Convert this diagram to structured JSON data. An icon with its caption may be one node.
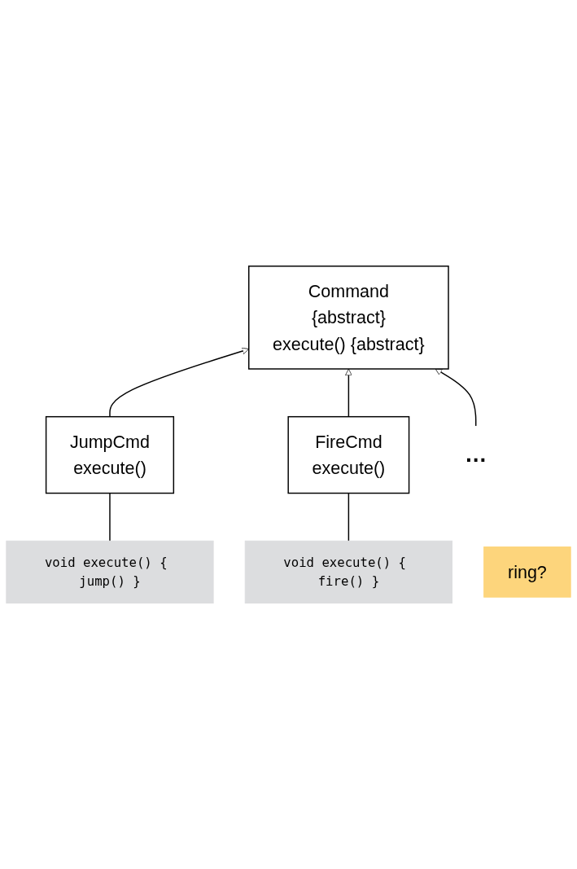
{
  "diagram": {
    "nodes": [
      {
        "text": [
          "Command",
          "{abstract}",
          "execute() {abstract}"
        ]
      },
      {
        "text": [
          "JumpCmd",
          "execute()"
        ]
      },
      {
        "text": [
          "…"
        ]
      },
      {
        "text": [
          "void execute() { jump() }"
        ]
      },
      {
        "text": [
          "FireCmd",
          "execute()"
        ]
      },
      {
        "text": [
          "void execute() { fire() }"
        ]
      },
      {
        "text": [
          "ring?"
        ]
      }
    ],
    "edges": [
      {
        "from": 1,
        "to": 0,
        "arrow": "to"
      },
      {
        "from": 4,
        "to": 0,
        "arrow": "to"
      },
      {
        "from": 2,
        "to": 0,
        "arrow": "to"
      },
      {
        "from": 3,
        "to": 1,
        "arrow": "none"
      },
      {
        "from": 5,
        "to": 4,
        "arrow": "none"
      }
    ]
  }
}
